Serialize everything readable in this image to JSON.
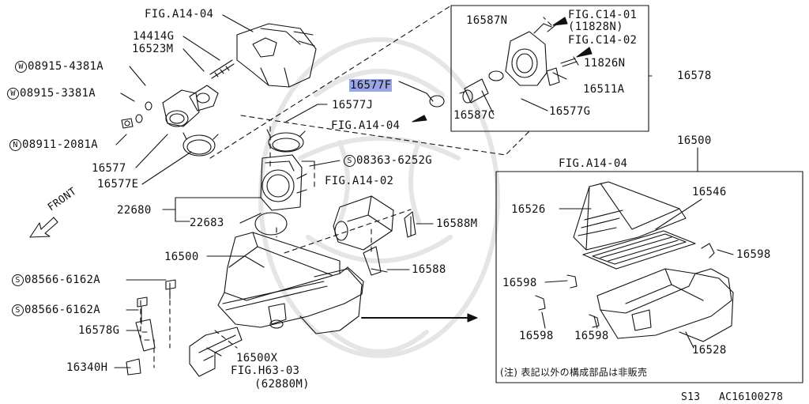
{
  "labels": {
    "fig_a14_04_top": "FIG.A14-04",
    "p14414g": "14414G",
    "p16523m": "16523M",
    "w08915_4381a": "08915-4381A",
    "w08915_3381a": "08915-3381A",
    "n08911_2081a": "08911-2081A",
    "p16577": "16577",
    "p16577e": "16577E",
    "p16577j": "16577J",
    "fig_a14_04_mid": "FIG.A14-04",
    "s08363_6252g": "08363-6252G",
    "fig_a14_02": "FIG.A14-02",
    "p22680": "22680",
    "p22683": "22683",
    "front": "FRONT",
    "p16588m": "16588M",
    "p16500_left": "16500",
    "p16588": "16588",
    "s08566_6162a_1": "08566-6162A",
    "s08566_6162a_2": "08566-6162A",
    "p16578g": "16578G",
    "p16340h": "16340H",
    "p16500x": "16500X",
    "fig_h63_03": "FIG.H63-03",
    "p62880m": "(62880M)",
    "p16587n": "16587N",
    "fig_c14_01": "FIG.C14-01",
    "p11828n": "(11828N)",
    "fig_c14_02": "FIG.C14-02",
    "p11826n": "11826N",
    "p16577f": "16577F",
    "p16511a": "16511A",
    "p16578": "16578",
    "p16587c": "16587C",
    "p16577g": "16577G",
    "p16500_box": "16500",
    "fig_a14_04_box": "FIG.A14-04",
    "p16546": "16546",
    "p16526": "16526",
    "p16598_r": "16598",
    "p16598_l": "16598",
    "p16598_bl": "16598",
    "p16598_bm": "16598",
    "p16528": "16528",
    "note_jp": "(注) 表記以外の構成部品は非販売",
    "code_s13": "S13",
    "code_ac": "AC16100278"
  },
  "prefix_marks": {
    "w": "W",
    "n": "N",
    "s": "S"
  },
  "highlight_color": "#9aa6e6"
}
